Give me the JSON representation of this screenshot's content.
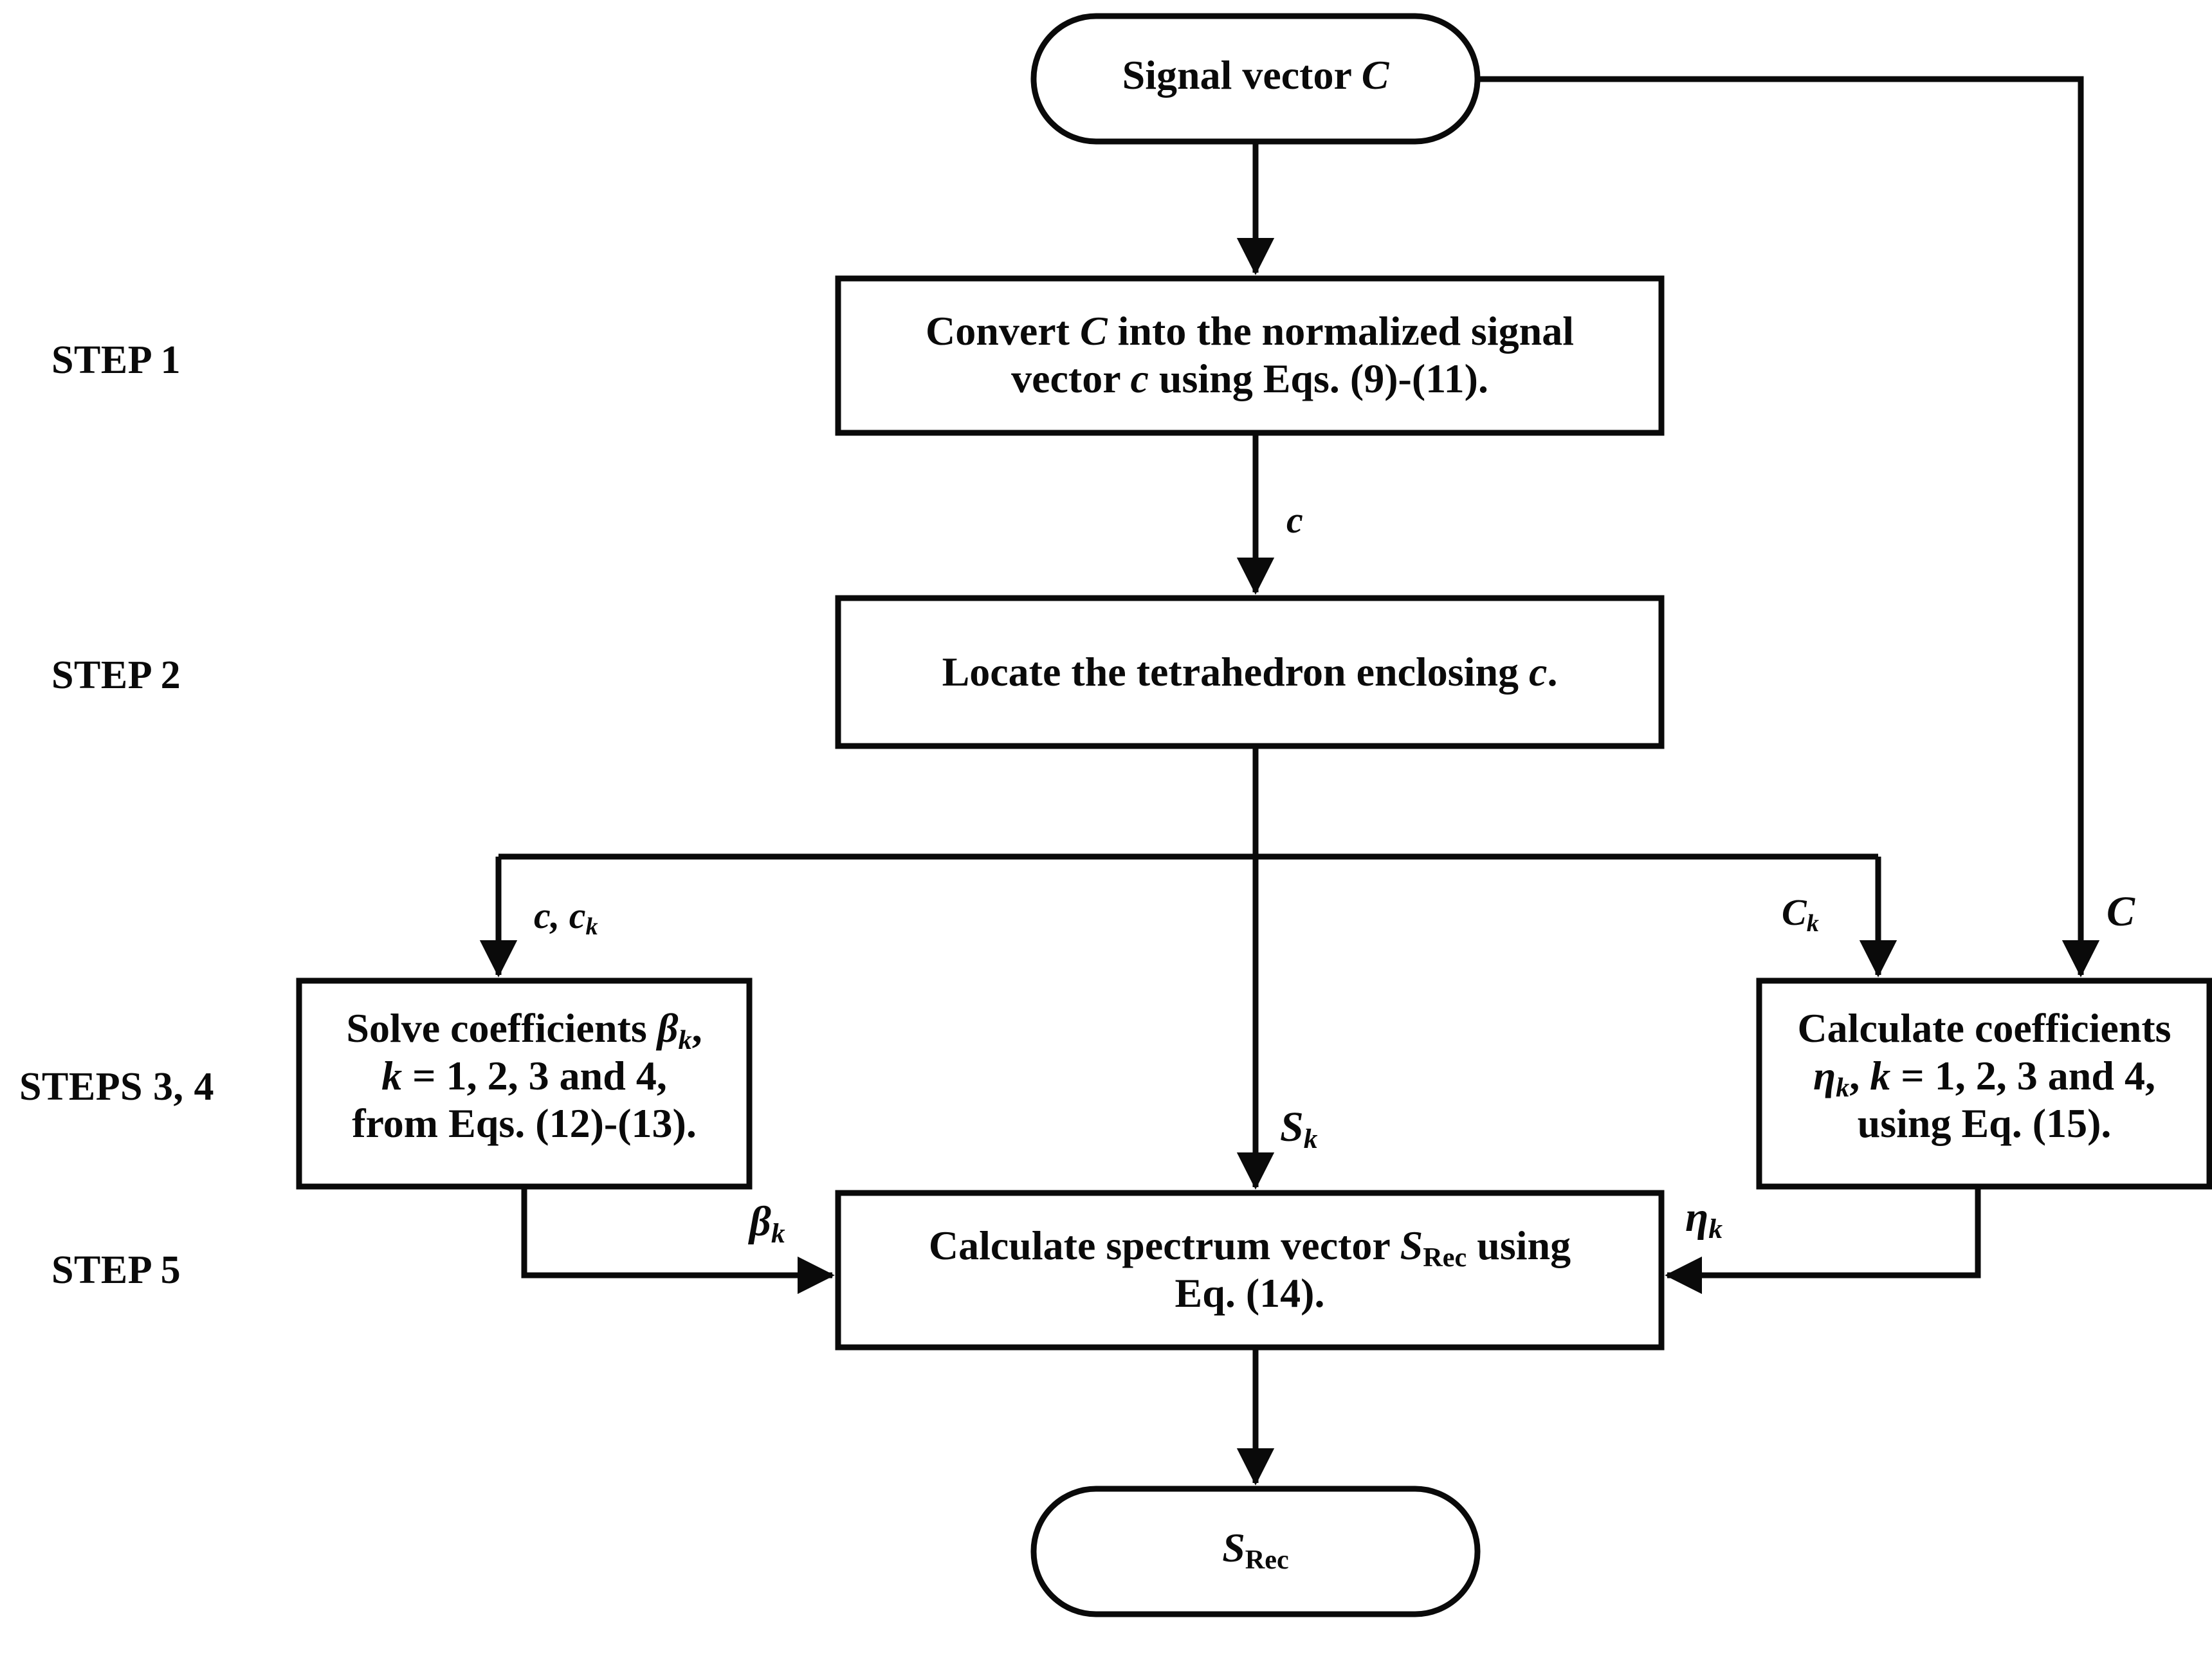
{
  "diagram": {
    "title": "Spectrum reconstruction algorithm flowchart",
    "colors": {
      "line": "#0a0a0a",
      "fill": "#ffffff",
      "background": "#ffffff"
    },
    "step_labels": [
      {
        "id": "step-1",
        "text": "STEP 1"
      },
      {
        "id": "step-2",
        "text": "STEP 2"
      },
      {
        "id": "steps-3-4",
        "text": "STEPS 3, 4"
      },
      {
        "id": "step-5",
        "text": "STEP 5"
      }
    ],
    "nodes": {
      "start": {
        "shape": "stadium",
        "text": "Signal vector C"
      },
      "step1": {
        "shape": "rect",
        "line1": "Convert C into the normalized signal",
        "line2": "vector c using Eqs. (9)-(11)."
      },
      "step2": {
        "shape": "rect",
        "line1": "Locate the tetrahedron enclosing c."
      },
      "step34_left": {
        "shape": "rect",
        "line1": "Solve coefficients βk,",
        "line2": "k = 1, 2, 3 and 4,",
        "line3": "from Eqs. (12)-(13)."
      },
      "step34_right": {
        "shape": "rect",
        "line1": "Calculate coefficients",
        "line2": "ηk, k = 1, 2, 3 and 4,",
        "line3": "using Eq. (15)."
      },
      "step5": {
        "shape": "rect",
        "line1": "Calculate spectrum vector SRec using",
        "line2": "Eq. (14)."
      },
      "end": {
        "shape": "stadium",
        "text": "SRec"
      }
    },
    "edge_labels": [
      {
        "id": "label-c",
        "text": "c"
      },
      {
        "id": "label-c-ck",
        "text": "c, ck"
      },
      {
        "id": "label-Ck",
        "text": "Ck"
      },
      {
        "id": "label-C",
        "text": "C"
      },
      {
        "id": "label-Sk",
        "text": "Sk"
      },
      {
        "id": "label-betak",
        "text": "βk"
      },
      {
        "id": "label-etak",
        "text": "ηk"
      }
    ]
  }
}
